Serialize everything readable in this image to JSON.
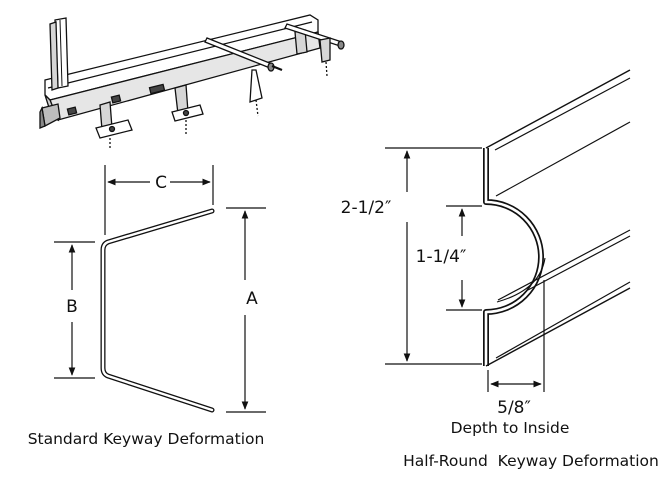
{
  "standard": {
    "label_a": "A",
    "label_b": "B",
    "label_c": "C",
    "caption": "Standard Keyway Deformation"
  },
  "half_round": {
    "dim_overall": "2-1/2″",
    "dim_radius": "1-1/4″",
    "dim_depth": "5/8″",
    "depth_caption": "Depth to Inside",
    "caption": "Half-Round  Keyway Deformation"
  },
  "colors": {
    "ink": "#111111",
    "background": "#ffffff"
  }
}
